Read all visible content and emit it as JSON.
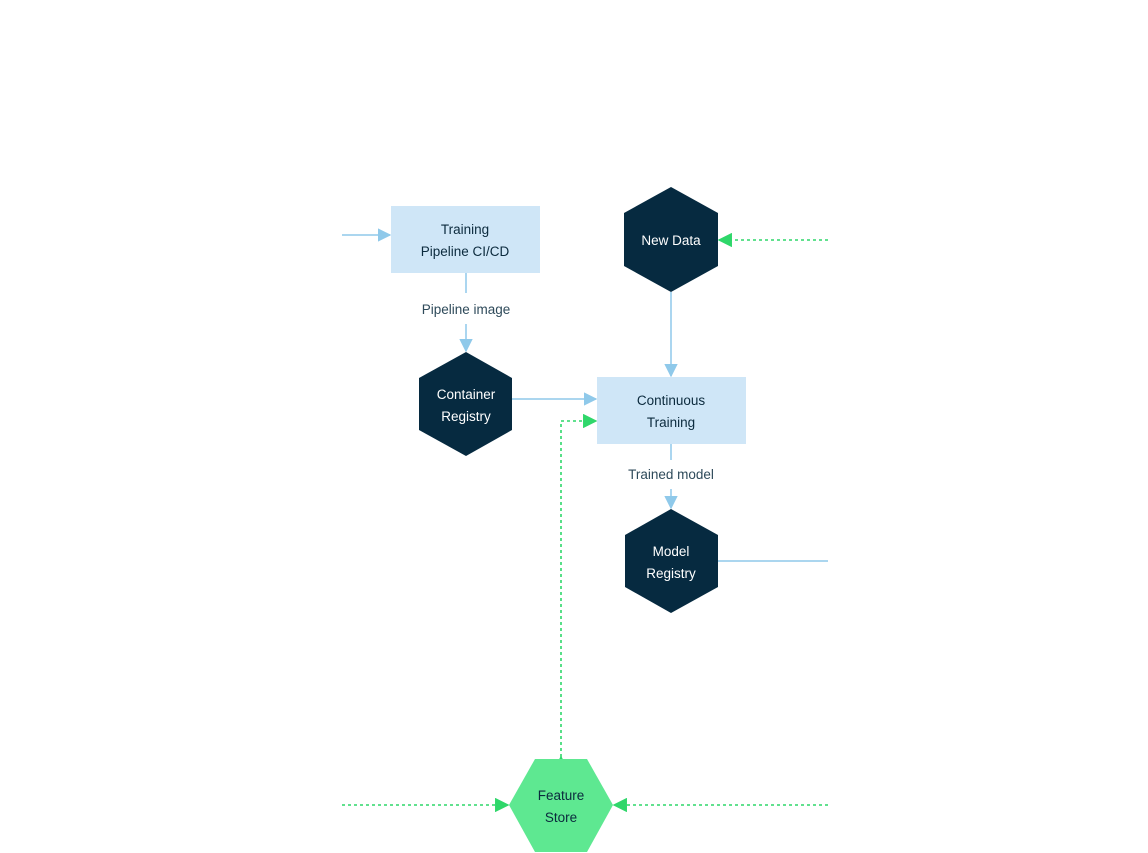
{
  "colors": {
    "dark_node": "#062a40",
    "process_box": "#cfe6f7",
    "store_node": "#5ee891",
    "solid_edge": "#8fc9ea",
    "dashed_edge": "#2fd76a",
    "edge_label_text": "#2e4a5a"
  },
  "nodes": {
    "training_pipeline": {
      "line1": "Training",
      "line2": "Pipeline CI/CD"
    },
    "new_data": {
      "label": "New Data"
    },
    "container_registry": {
      "line1": "Container",
      "line2": "Registry"
    },
    "continuous_training": {
      "line1": "Continuous",
      "line2": "Training"
    },
    "model_registry": {
      "line1": "Model",
      "line2": "Registry"
    },
    "feature_store": {
      "line1": "Feature",
      "line2": "Store"
    }
  },
  "edges": {
    "pipeline_image_label": "Pipeline image",
    "trained_model_label": "Trained model"
  }
}
